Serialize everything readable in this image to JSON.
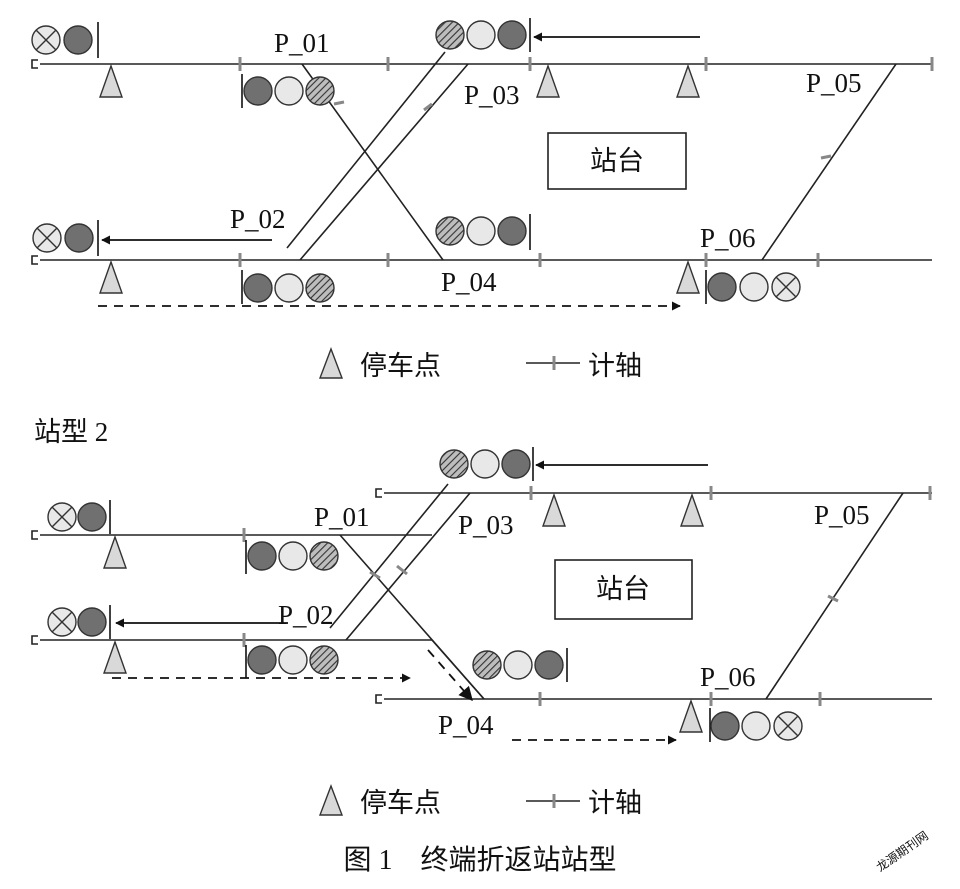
{
  "points": {
    "p01": "P_01",
    "p02": "P_02",
    "p03": "P_03",
    "p04": "P_04",
    "p05": "P_05",
    "p06": "P_06"
  },
  "platform_label": "站台",
  "legend": {
    "stop_point": "停车点",
    "axle_counter": "计轴"
  },
  "station_type_2_label": "站型 2",
  "caption": "图 1　终端折返站站型",
  "watermark": "龙源期刊网",
  "colors": {
    "red_lamp": "#707070",
    "green_lamp": "#e8e8e8",
    "yellow_lamp_hatch": "#333333",
    "stop_triangle": "#d9d9d9",
    "axle_tick": "#888888"
  },
  "icons": {
    "stop_point": "triangle-icon",
    "axle_counter": "tick-mark-icon",
    "signal": "signal-lamp-icon"
  }
}
